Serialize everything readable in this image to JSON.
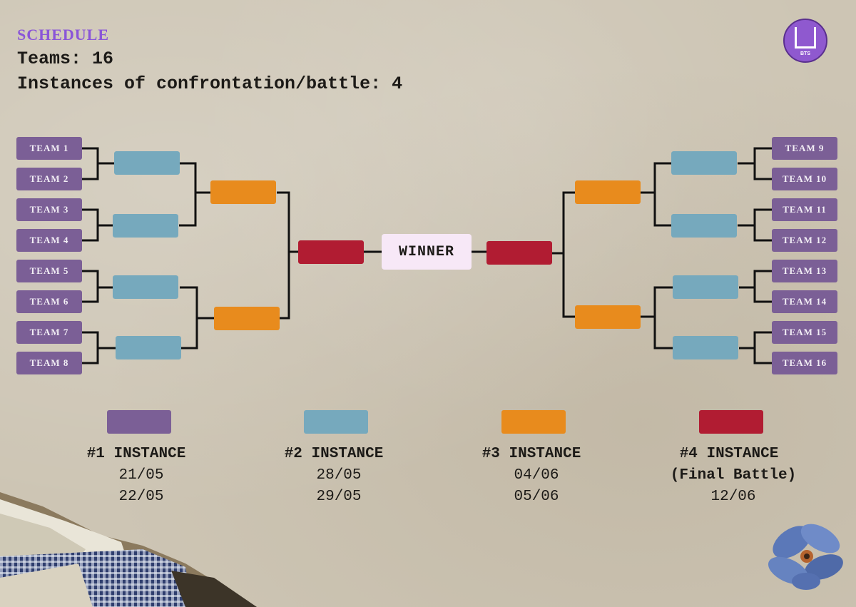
{
  "header": {
    "title": "SCHEDULE",
    "teams_line": "Teams: 16",
    "instances_line": "Instances of confrontation/battle:  4"
  },
  "logo": {
    "text": "BTS"
  },
  "teams_left": [
    "TEAM 1",
    "TEAM 2",
    "TEAM 3",
    "TEAM 4",
    "TEAM 5",
    "TEAM 6",
    "TEAM 7",
    "TEAM 8"
  ],
  "teams_right": [
    "TEAM 9",
    "TEAM 10",
    "TEAM 11",
    "TEAM 12",
    "TEAM 13",
    "TEAM 14",
    "TEAM 15",
    "TEAM 16"
  ],
  "winner": "WINNER",
  "colors": {
    "instance1": "#7b5f96",
    "instance2": "#76a9bd",
    "instance3": "#e88b1d",
    "instance4": "#b11c32"
  },
  "legend": [
    {
      "title": "#1 INSTANCE",
      "line1": "21/05",
      "line2": "22/05"
    },
    {
      "title": "#2 INSTANCE",
      "line1": "28/05",
      "line2": "29/05"
    },
    {
      "title": "#3 INSTANCE",
      "line1": "04/06",
      "line2": "05/06"
    },
    {
      "title": "#4 INSTANCE",
      "line1": "(Final Battle)",
      "line2": "12/06"
    }
  ]
}
